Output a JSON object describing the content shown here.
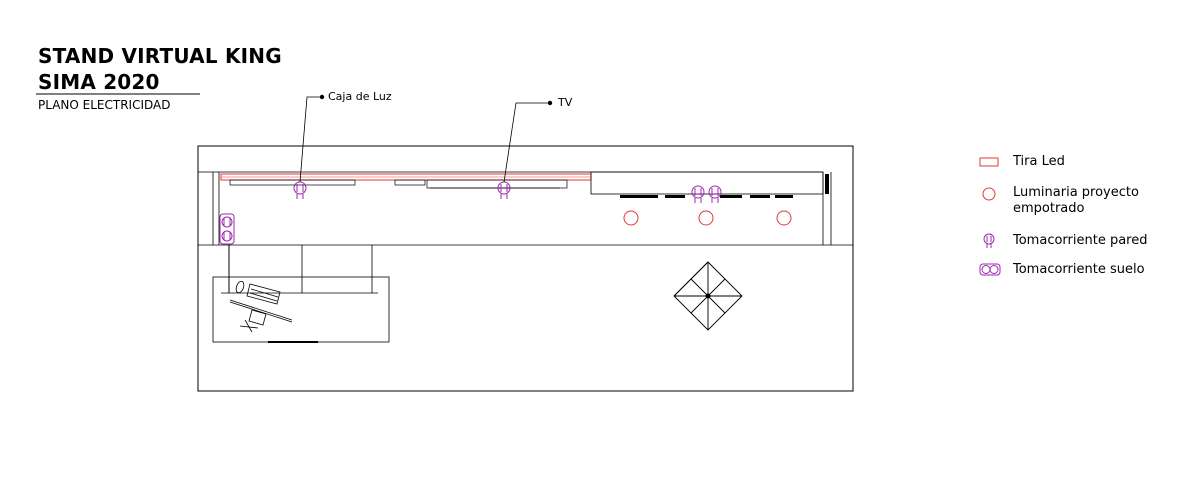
{
  "header": {
    "title_line1": "STAND VIRTUAL KING",
    "title_line2": "SIMA 2020",
    "subtitle": "PLANO ELECTRICIDAD"
  },
  "callouts": {
    "caja_de_luz": "Caja de Luz",
    "tv": "TV"
  },
  "legend": {
    "tira_led": "Tira Led",
    "luminaria_line1": "Luminaria proyecto",
    "luminaria_line2": "empotrado",
    "toma_pared": "Tomacorriente pared",
    "toma_suelo": "Tomacorriente suelo"
  },
  "colors": {
    "led": "#e53935",
    "outlet": "#9c27b0",
    "line": "#000000"
  }
}
